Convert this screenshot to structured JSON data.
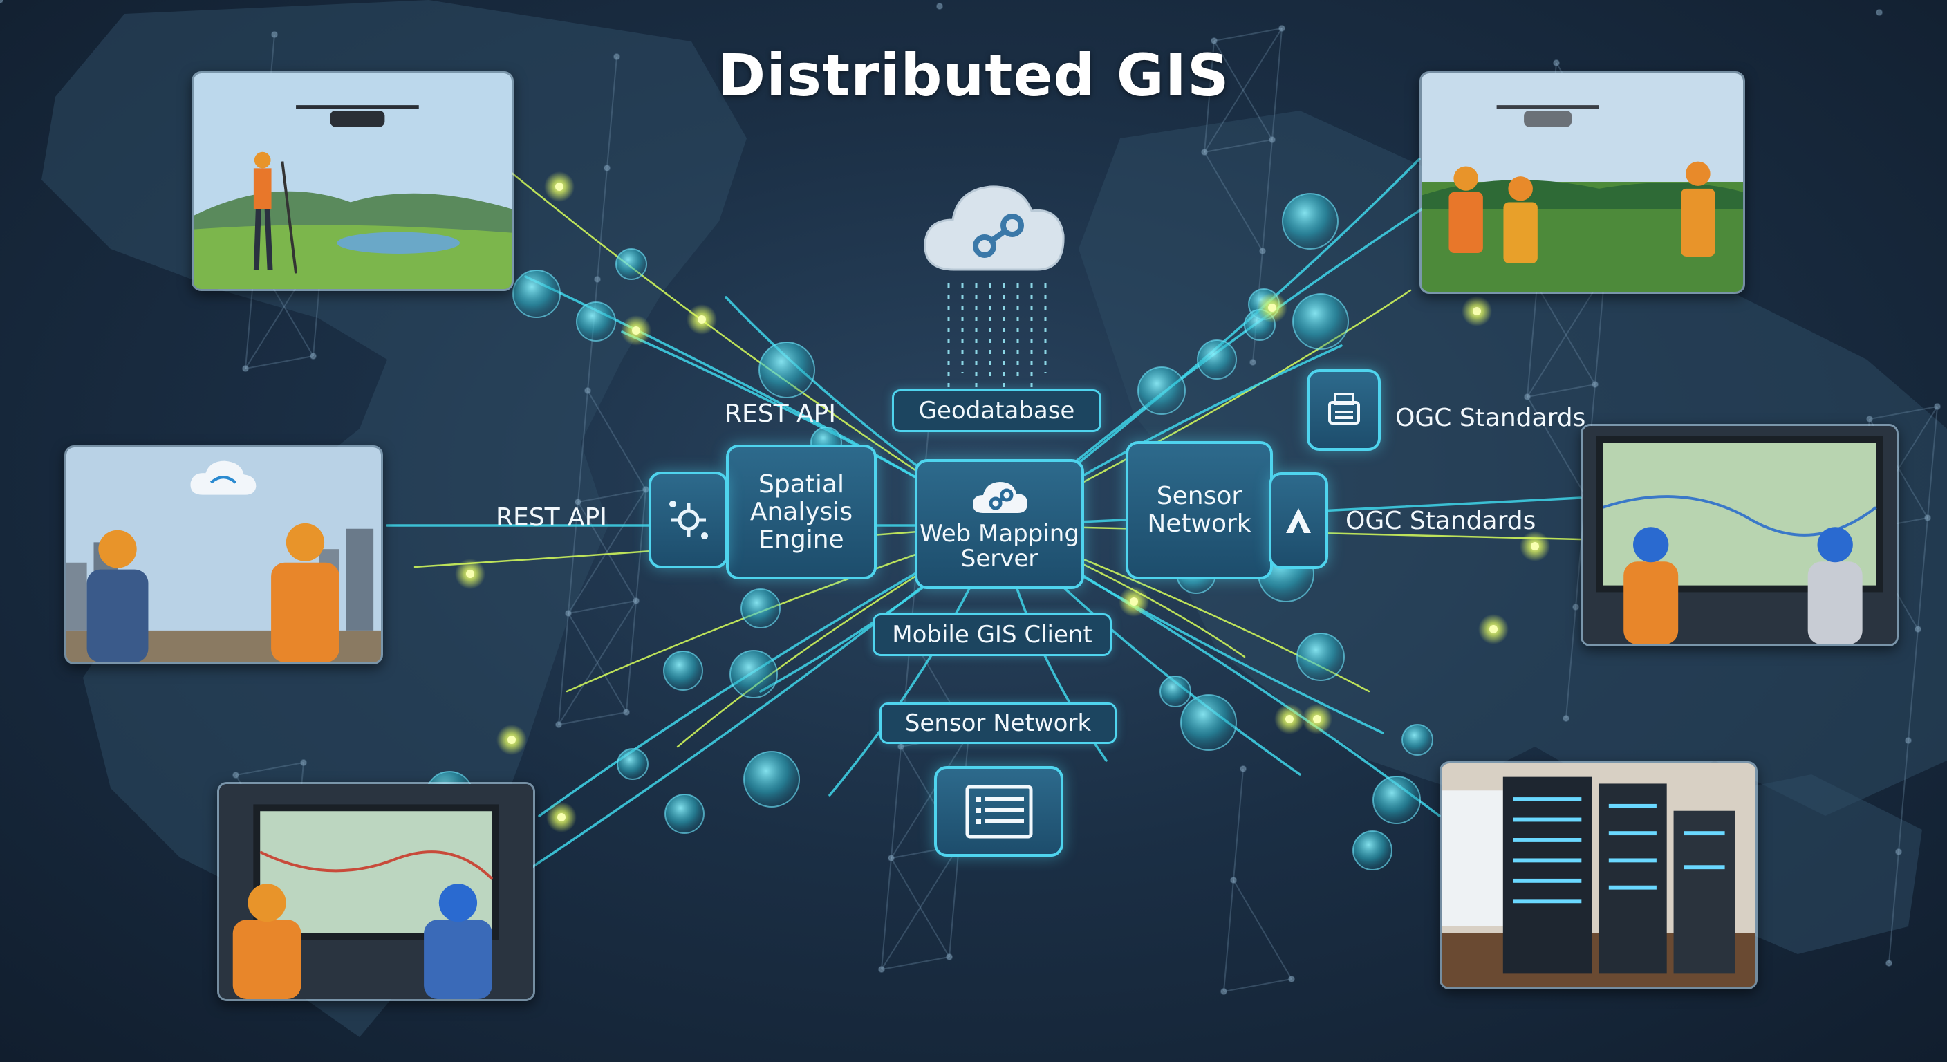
{
  "title": "Distributed GIS",
  "nodes": {
    "spatial_engine": [
      "Spatial",
      "Analysis",
      "Engine"
    ],
    "web_server": [
      "Web Mapping",
      "Server"
    ],
    "sensor_network_box": [
      "Sensor",
      "Network"
    ]
  },
  "pills": {
    "geodatabase": "Geodatabase",
    "mobile_client": "Mobile GIS Client",
    "sensor_network": "Sensor Network"
  },
  "labels": {
    "rest_api_top": "REST API",
    "rest_api_left": "REST API",
    "ogc_top": "OGC Standards",
    "ogc_right": "OGC Standards"
  },
  "colors": {
    "accent": "#4fd4ee",
    "node_fill": "#1d4d6c",
    "glow_yellow": "#e8ff60",
    "background": "#1b2f45"
  },
  "icons": {
    "cloud_top": "cloud-link-icon",
    "web_server": "cloud-link-icon",
    "spatial_engine": "gear-network-icon",
    "sensor": "arrow-up-icon",
    "printer": "printer-icon",
    "server_bottom": "list-document-icon",
    "wifi": "wifi-cloud-icon"
  }
}
